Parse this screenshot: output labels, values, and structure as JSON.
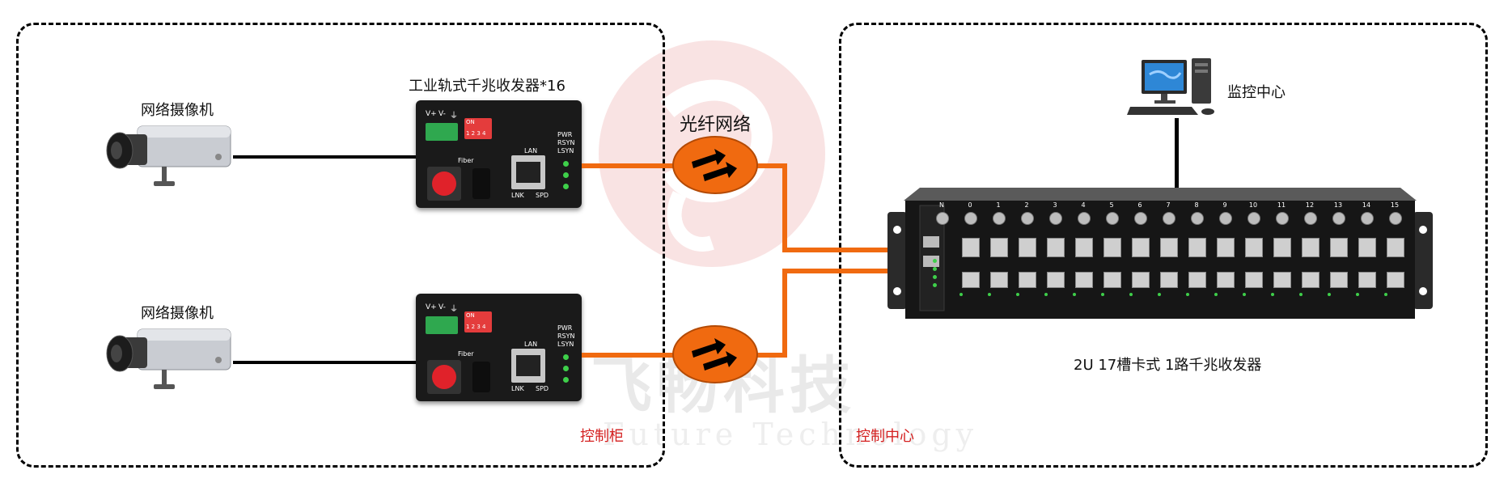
{
  "zones": {
    "left": {
      "label": "控制柜"
    },
    "right": {
      "label": "控制中心"
    }
  },
  "cameras": [
    {
      "label": "网络摄像机"
    },
    {
      "label": "网络摄像机"
    }
  ],
  "transceiver": {
    "label": "工业轨式千兆收发器*16",
    "ports": {
      "power_plus": "V+",
      "power_minus": "V-",
      "ground": "⏚",
      "dip_on": "ON",
      "dip_numbers": "1 2 3 4",
      "fiber": "Fiber",
      "lan": "LAN",
      "lnk": "LNK",
      "spd": "SPD",
      "pwr": "PWR",
      "rsyn": "RSYN",
      "lsyn": "LSYN"
    }
  },
  "network": {
    "label": "光纤网络"
  },
  "monitor": {
    "label": "监控中心"
  },
  "chassis": {
    "label": "2U 17槽卡式 1路千兆收发器",
    "slot_labels": [
      "N",
      "0",
      "1",
      "2",
      "3",
      "4",
      "5",
      "6",
      "7",
      "8",
      "9",
      "10",
      "11",
      "12",
      "13",
      "14",
      "15"
    ]
  },
  "watermark": {
    "cn": "飞畅科技",
    "en": "Future Technology"
  },
  "colors": {
    "fiber": "#f06a10",
    "zone_label": "#d42020",
    "device_body": "#1a1a1a"
  }
}
